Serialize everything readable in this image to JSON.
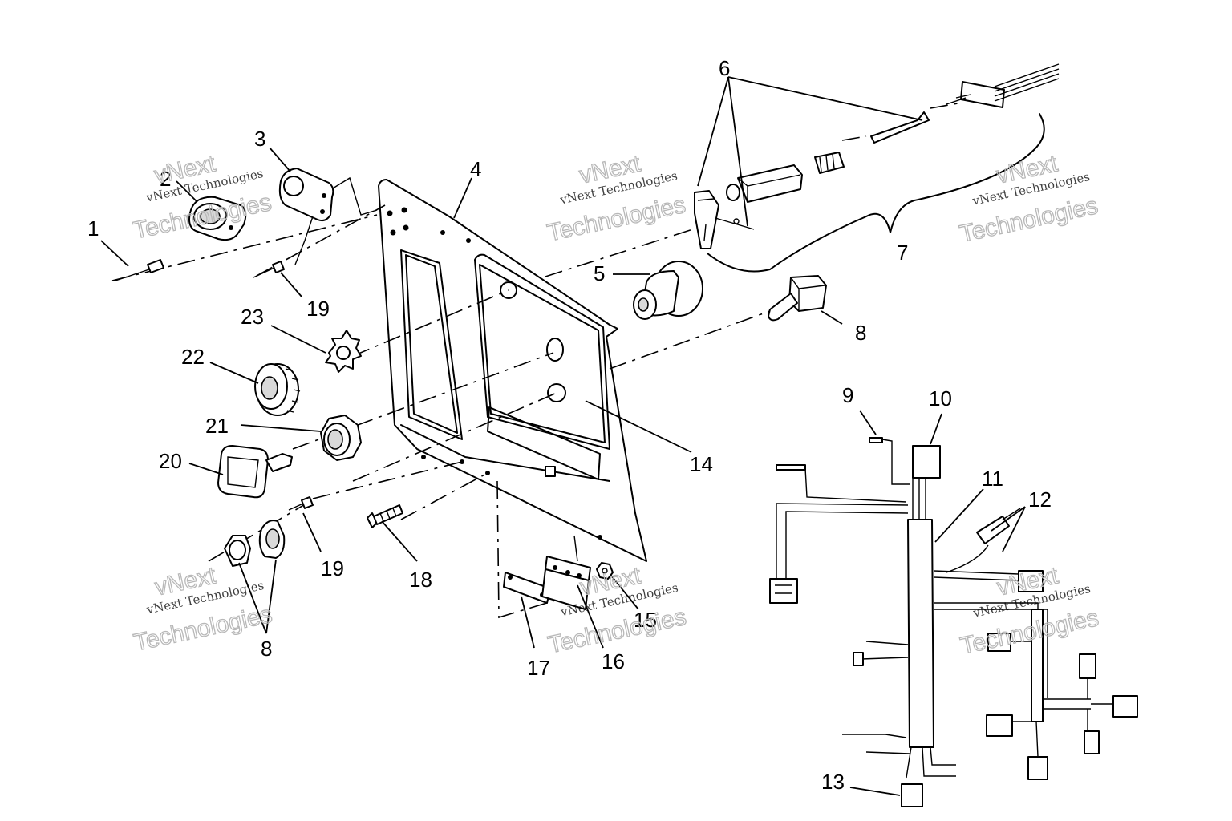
{
  "callouts": {
    "c1": "1",
    "c2": "2",
    "c3": "3",
    "c4": "4",
    "c5": "5",
    "c6": "6",
    "c7": "7",
    "c8a": "8",
    "c8b": "8",
    "c9": "9",
    "c10": "10",
    "c11": "11",
    "c12": "12",
    "c13": "13",
    "c14": "14",
    "c15": "15",
    "c16": "16",
    "c17": "17",
    "c18": "18",
    "c19a": "19",
    "c19b": "19",
    "c20": "20",
    "c21": "21",
    "c22": "22",
    "c23": "23"
  },
  "watermark": {
    "line_a": "vNext",
    "line_b": "vNext Technologies",
    "line_c": "Technologies"
  }
}
